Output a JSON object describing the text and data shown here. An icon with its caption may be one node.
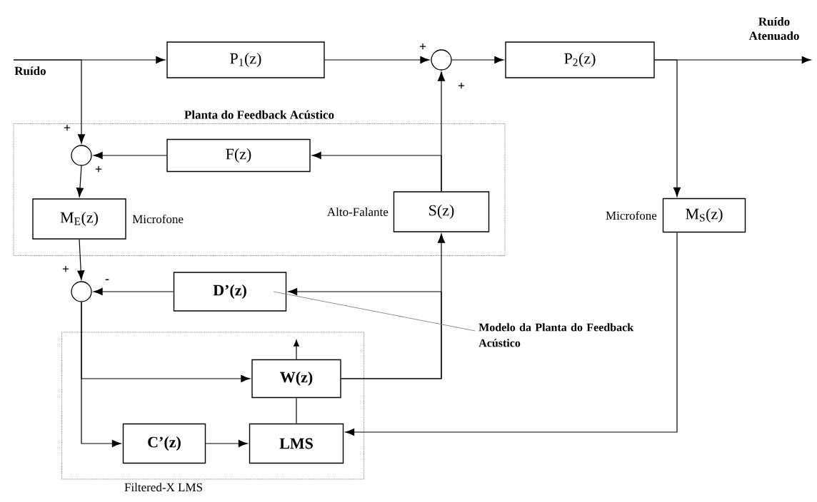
{
  "diagram": {
    "nodes": [
      {
        "text": [
          "Ruído"
        ]
      },
      {
        "text": [
          "P$_{1}$(z)"
        ]
      },
      {
        "text": [],
        "shape": "circle"
      },
      {
        "text": [
          "P$_{2}$(z)"
        ]
      },
      {
        "text": [
          "Ruído Atenuado"
        ]
      },
      {
        "text": [
          "M$_{S}$(z)"
        ],
        "beside": [
          "Microfone"
        ]
      },
      {
        "text": [
          "Planta do Feedback Acústico"
        ]
      },
      {
        "text": [
          "F(z)"
        ],
        "in": 6
      },
      {
        "text": [],
        "shape": "circle",
        "in": 6
      },
      {
        "text": [
          "M$_{E}$(z)"
        ],
        "beside": [
          "Microfone"
        ],
        "in": 6
      },
      {
        "text": [
          "S(z)"
        ],
        "beside": [
          "Alto-Falante"
        ],
        "in": 6
      },
      {
        "text": [],
        "shape": "circle"
      },
      {
        "text": [
          "D’(z)"
        ]
      },
      {
        "text": [
          "Modelo da Planta do Feedback Acústico"
        ]
      },
      {
        "text": [
          "Filtered-X LMS"
        ]
      },
      {
        "text": [
          "C’(z)"
        ],
        "in": 14
      },
      {
        "text": [
          "LMS"
        ],
        "in": 14
      },
      {
        "text": [
          "W(z)"
        ],
        "in": 14
      }
    ],
    "edges": [
      {
        "from": 0,
        "to": 1,
        "arrow": "to"
      },
      {
        "from": 0,
        "to": 8,
        "arrow": "to"
      },
      {
        "from": 1,
        "to": 2,
        "arrow": "to"
      },
      {
        "from": 2,
        "to": 3,
        "arrow": "to"
      },
      {
        "from": 3,
        "to": 4,
        "arrow": "to"
      },
      {
        "from": 3,
        "to": 5,
        "arrow": "to"
      },
      {
        "from": 5,
        "to": 16,
        "arrow": "to"
      },
      {
        "from": 10,
        "to": 2,
        "arrow": "to"
      },
      {
        "from": 10,
        "to": 7,
        "arrow": "to"
      },
      {
        "from": 7,
        "to": 8,
        "arrow": "to"
      },
      {
        "from": 8,
        "to": 9,
        "arrow": "to"
      },
      {
        "from": 9,
        "to": 11,
        "arrow": "to"
      },
      {
        "from": 12,
        "to": 11,
        "arrow": "to"
      },
      {
        "from": 11,
        "to": 15,
        "arrow": "to"
      },
      {
        "from": 11,
        "to": 17,
        "arrow": "to"
      },
      {
        "from": 15,
        "to": 16,
        "arrow": "to"
      },
      {
        "from": 16,
        "to": 17,
        "arrow": "none"
      },
      {
        "from": 17,
        "to": 10,
        "arrow": "to"
      },
      {
        "from": 17,
        "to": 12,
        "arrow": "to"
      },
      {
        "from": 13,
        "to": 12,
        "arrow": "none",
        "color": "#808080"
      }
    ],
    "labels": [
      "+",
      "+",
      "+",
      "+",
      "+",
      "-"
    ]
  }
}
